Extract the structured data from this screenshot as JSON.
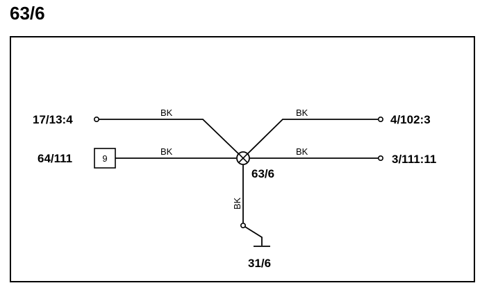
{
  "title": "63/6",
  "splice": {
    "label": "63/6"
  },
  "connectors": {
    "left_top": "17/13:4",
    "left_mid": "64/111",
    "left_mid_pin": "9",
    "right_top": "4/102:3",
    "right_mid": "3/111:11",
    "ground": "31/6"
  },
  "wires": {
    "left_top_color": "BK",
    "left_mid_color": "BK",
    "right_top_color": "BK",
    "right_mid_color": "BK",
    "down_color": "BK"
  },
  "colors": {
    "line": "#000000",
    "background": "#ffffff"
  }
}
